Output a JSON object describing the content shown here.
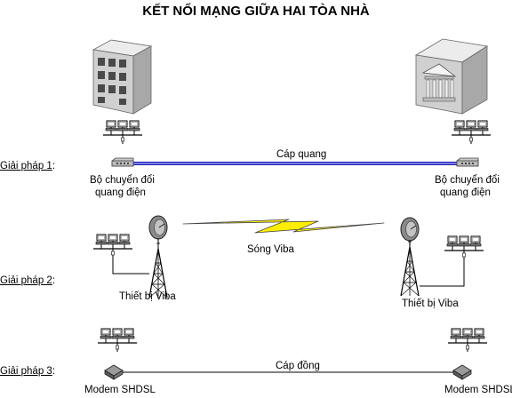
{
  "title": "KẾT NỐI MẠNG GIỮA HAI TÒA NHÀ",
  "solutions": [
    {
      "label": "Giải pháp 1",
      "suffix": ":",
      "link_label": "Cáp quang",
      "device_left": [
        "Bộ chuyển đổi",
        "quang điện"
      ],
      "device_right": [
        "Bộ chuyển đổi",
        "quang điện"
      ]
    },
    {
      "label": "Giải pháp 2",
      "suffix": ":",
      "link_label": "Sóng Viba",
      "device_left": "Thiết bị Viba",
      "device_right": "Thiết bị Viba"
    },
    {
      "label": "Giải pháp 3",
      "suffix": ":",
      "link_label": "Cáp đồng",
      "device_left": "Modem SHDSL",
      "device_right": "Modem SHDSL"
    }
  ],
  "colors": {
    "fiber_outer": "#1a1aa8",
    "fiber_inner": "#9aa0ff",
    "lightning": "#ffee00",
    "building_face": "#d0d0d0",
    "building_side": "#a8a8a8",
    "building_roof": "#ececec",
    "window": "#4a4a4a"
  }
}
